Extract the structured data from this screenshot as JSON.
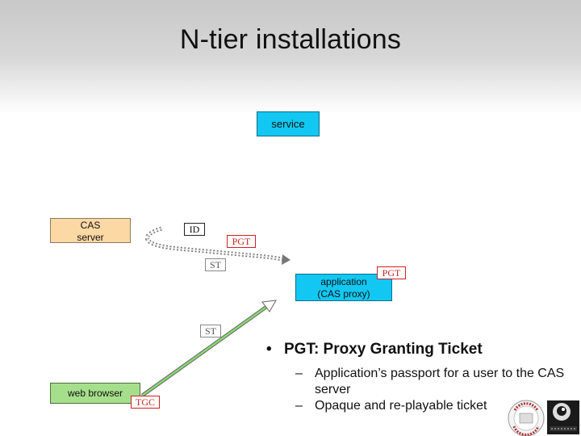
{
  "title": "N-tier installations",
  "boxes": {
    "service": "service",
    "cas_line1": "CAS",
    "cas_line2": "server",
    "app_line1": "application",
    "app_line2": "(CAS proxy)",
    "browser": "web browser"
  },
  "tickets": {
    "id": "ID",
    "pgt_top": "PGT",
    "st_top": "ST",
    "pgt_app": "PGT",
    "st_bottom": "ST",
    "tgc": "TGC"
  },
  "bullets": {
    "main": "PGT: Proxy Granting Ticket",
    "sub1": "Application’s passport for a user to the CAS server",
    "sub2": "Opaque and re-playable ticket"
  },
  "colors": {
    "service_box": "#12c7f2",
    "cas_box": "#fcd8a4",
    "browser_box": "#a6df8c",
    "pgt_tgc_border": "#d02020",
    "browser_arrow": "#88d870"
  },
  "icons": {
    "bullet": "•",
    "dash": "–"
  }
}
